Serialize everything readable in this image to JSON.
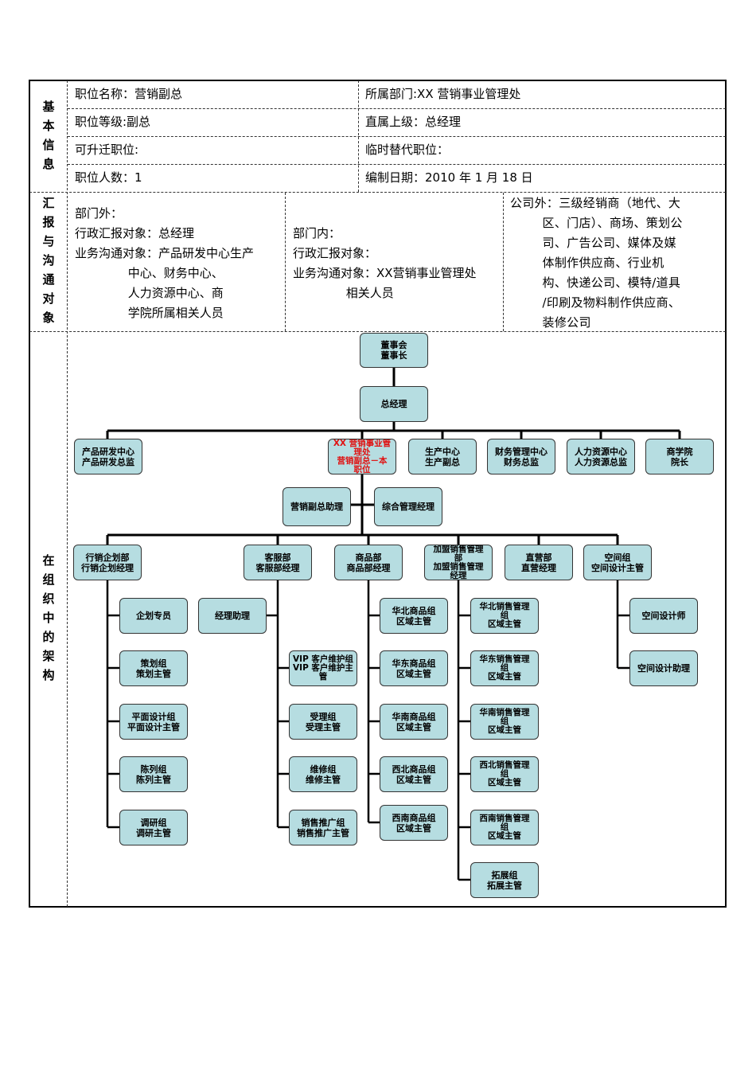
{
  "basic_info": {
    "section_label": "基\n本\n信\n息",
    "position_name": "职位名称：营销副总",
    "department": "所属部门:XX 营销事业管理处",
    "position_level": "职位等级:副总",
    "direct_superior": "直属上级：总经理",
    "promotable_position": "可升迁职位:",
    "temporary_substitute": "临时替代职位：",
    "headcount": "职位人数：1",
    "compile_date": "编制日期：2010 年 1 月 18 日"
  },
  "reporting": {
    "section_label": "汇\n报\n与\n沟\n通\n对\n象",
    "external_dept": "部门外：\n行政汇报对象：总经理\n业务沟通对象：产品研发中心生产\n              中心、财务中心、\n              人力资源中心、商\n              学院所属相关人员",
    "internal_dept": "部门内：\n行政汇报对象：\n业务沟通对象：XX营销事业管理处\n              相关人员",
    "external_company": "公司外：三级经销商（地代、大\n        区、门店）、商场、策划公\n        司、广告公司、媒体及媒\n        体制作供应商、行业机\n        构、快递公司、模特/道具\n        /印刷及物料制作供应商、\n        装修公司"
  },
  "org_chart": {
    "section_label": "在\n组\n织\n中\n的\n架\n构",
    "board": "董事会\n董事长",
    "gm": "总经理",
    "rd": "产品研发中心\n产品研发总监",
    "marketing": "XX 营销事业管\n理处\n营销副总－本\n职位",
    "production": "生产中心\n生产副总",
    "finance": "财务管理中心\n财务总监",
    "hr": "人力资源中心\n人力资源总监",
    "academy": "商学院\n院长",
    "vp_assistant": "营销副总助理",
    "admin_manager": "综合管理经理",
    "dept_planning": "行销企划部\n行销企划经理",
    "dept_service": "客服部\n客服部经理",
    "dept_goods": "商品部\n商品部经理",
    "dept_franchise": "加盟销售管理\n部\n加盟销售管理\n经理",
    "dept_direct": "直营部\n直营经理",
    "dept_space": "空间组\n空间设计主管",
    "planning_items": [
      "企划专员",
      "策划组\n策划主管",
      "平面设计组\n平面设计主管",
      "陈列组\n陈列主管",
      "调研组\n调研主管"
    ],
    "service_assistant": "经理助理",
    "service_items": [
      "VIP 客户维护组\nVIP 客户维护主\n管",
      "受理组\n受理主管",
      "维修组\n维修主管",
      "销售推广组\n销售推广主管"
    ],
    "goods_items": [
      "华北商品组\n区域主管",
      "华东商品组\n区域主管",
      "华南商品组\n区域主管",
      "西北商品组\n区域主管",
      "西南商品组\n区域主管"
    ],
    "franchise_items": [
      "华北销售管理\n组\n区域主管",
      "华东销售管理\n组\n区域主管",
      "华南销售管理\n组\n区域主管",
      "西北销售管理\n组\n区域主管",
      "西南销售管理\n组\n区域主管",
      "拓展组\n拓展主管"
    ],
    "space_items": [
      "空间设计师",
      "空间设计助理"
    ]
  }
}
